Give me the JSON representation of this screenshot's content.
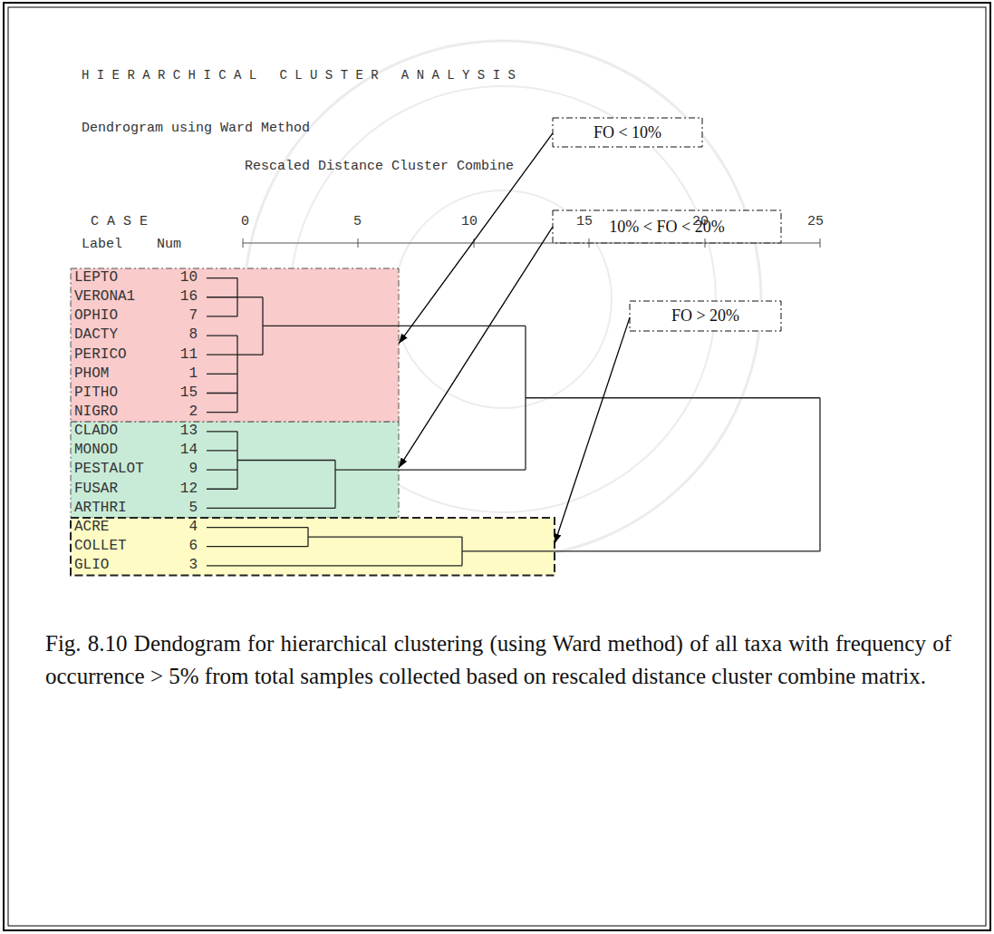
{
  "diagram": {
    "title": "H I E R A R C H I C A L   C L U S T E R   A N A L Y S I S",
    "caption": "Fig. 8.10 Dendogram for hierarchical clustering (using Ward method) of all taxa with frequency of occurrence > 5% from total samples collected based on rescaled distance cluster combine matrix.",
    "nodes": [
      {
        "text": [
          "LEPTO",
          "10",
          "VERONA1",
          "16",
          "OPHIO",
          "7",
          "DACTY",
          "8",
          "PERICO",
          "11",
          "PHOM",
          "1",
          "PITHO",
          "15",
          "NIGRO",
          "2"
        ]
      },
      {
        "text": [
          "CLADO",
          "13",
          "MONOD",
          "14",
          "PESTALOT",
          "9",
          "FUSAR",
          "12",
          "ARTHRI",
          "5"
        ]
      },
      {
        "text": [
          "ACRE",
          "4",
          "COLLET",
          "6",
          "GLIO",
          "3"
        ]
      },
      {
        "text": [
          "FO < 10%"
        ]
      },
      {
        "text": [
          "10% < FO < 20%"
        ]
      },
      {
        "text": [
          "FO > 20%"
        ]
      }
    ],
    "edges": [
      {
        "from": 3,
        "to": 0,
        "arrow": "to"
      },
      {
        "from": 4,
        "to": 1,
        "arrow": "to"
      },
      {
        "from": 5,
        "to": 2,
        "arrow": "to"
      }
    ],
    "labels": [
      "Dendrogram using Ward Method",
      "Rescaled Distance Cluster Combine",
      "C A S E",
      "Label",
      "Num",
      "0",
      "5",
      "10",
      "15",
      "20",
      "25"
    ]
  }
}
